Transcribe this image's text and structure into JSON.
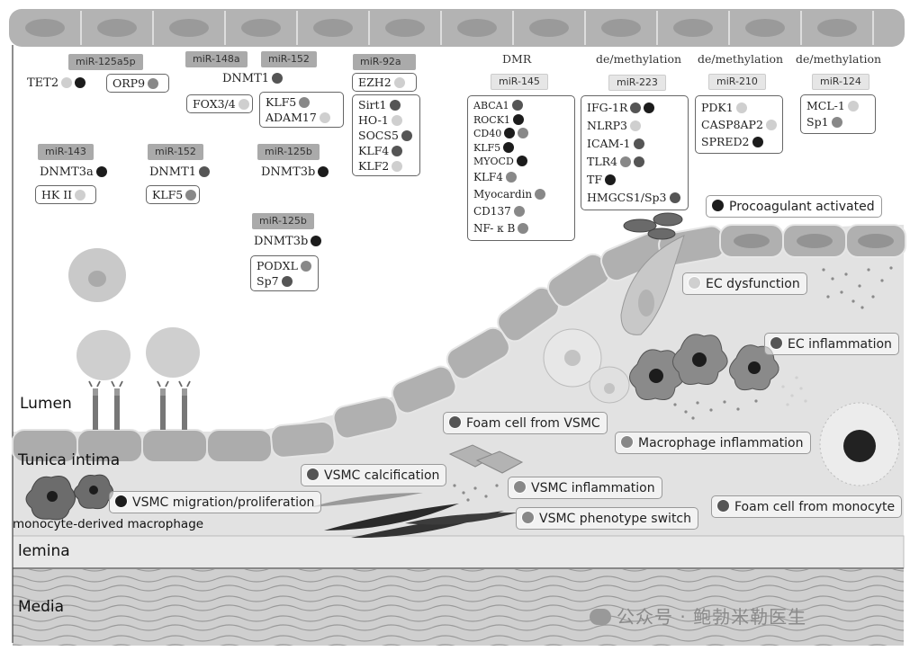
{
  "colors": {
    "black_dot": "#1c1c1c",
    "dark_dot": "#555555",
    "mid_dot": "#888888",
    "light_dot": "#cfcfcf",
    "cell_fill": "#a8a8a8",
    "layer_fill": "#e4e4e4"
  },
  "layers": {
    "lumen": "Lumen",
    "tunica_intima": "Tunica intima",
    "lemina": "lemina",
    "media": "Media",
    "monocyte_macrophage": "monocyte-derived macrophage"
  },
  "top_left": {
    "mir125a5p": "miR-125a5p",
    "tet2": "TET2",
    "orp9": "ORP9",
    "mir148a": "miR-148a",
    "fox34": "FOX3/4",
    "mir152_top": "miR-152",
    "dnmt1_top": "DNMT1",
    "klf5_top": "KLF5",
    "adam17": "ADAM17",
    "mir92a": "miR-92a",
    "ezh2": "EZH2",
    "box92": [
      "Sirt1",
      "HO-1",
      "SOCS5",
      "KLF4",
      "KLF2"
    ],
    "mir143": "miR-143",
    "dnmt3a": "DNMT3a",
    "hk2": "HK II",
    "mir152_mid": "miR-152",
    "dnmt1_mid": "DNMT1",
    "klf5_mid": "KLF5",
    "mir125b_a": "miR-125b",
    "dnmt3b_a": "DNMT3b",
    "mir125b_b": "miR-125b",
    "dnmt3b_b": "DNMT3b",
    "podxl": "PODXL",
    "sp7": "Sp7"
  },
  "dmr": {
    "header": "DMR",
    "mir": "miR-145",
    "genes": [
      "ABCA1",
      "ROCK1",
      "CD40",
      "KLF5",
      "MYOCD",
      "KLF4",
      "Myocardin",
      "CD137",
      "NF- κ B"
    ]
  },
  "mir223": {
    "header": "de/methylation",
    "mir": "miR-223",
    "genes": [
      "IFG-1R",
      "NLRP3",
      "ICAM-1",
      "TLR4",
      "TF",
      "HMGCS1/Sp3"
    ]
  },
  "mir210": {
    "header": "de/methylation",
    "mir": "miR-210",
    "genes": [
      "PDK1",
      "CASP8AP2",
      "SPRED2"
    ]
  },
  "mir124": {
    "header": "de/methylation",
    "mir": "miR-124",
    "genes": [
      "MCL-1",
      "Sp1"
    ]
  },
  "callouts": {
    "procoagulant": "Procoagulant activated",
    "ec_dysfunction": "EC dysfunction",
    "ec_inflammation": "EC inflammation",
    "foam_vsmc": "Foam cell from VSMC",
    "macrophage_inflammation": "Macrophage inflammation",
    "vsmc_calcification": "VSMC calcification",
    "vsmc_migration": "VSMC migration/proliferation",
    "vsmc_inflammation": "VSMC inflammation",
    "vsmc_phenotype": "VSMC phenotype switch",
    "foam_monocyte": "Foam cell from monocyte"
  },
  "watermark": "公众号 · 鲍勃米勒医生"
}
